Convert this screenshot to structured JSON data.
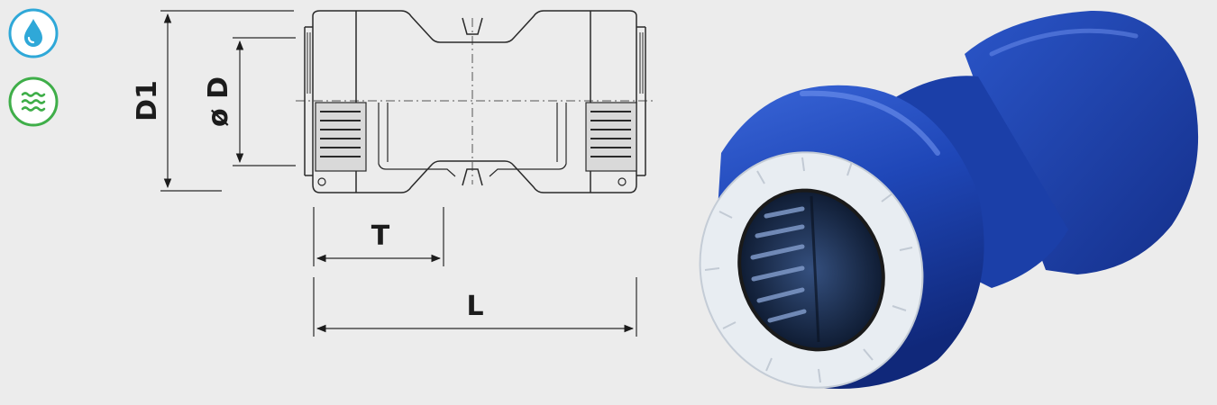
{
  "icons": [
    {
      "name": "water-drop-icon",
      "color": "#2fa8d8"
    },
    {
      "name": "waves-icon",
      "color": "#3fae49"
    }
  ],
  "dimensions": {
    "d1": "D1",
    "d": "ø D",
    "t": "T",
    "l": "L"
  },
  "colors": {
    "background": "#ececec",
    "line": "#2a2a2a",
    "fitting_body": "#1f47b8",
    "collet": "#e8edf2"
  }
}
